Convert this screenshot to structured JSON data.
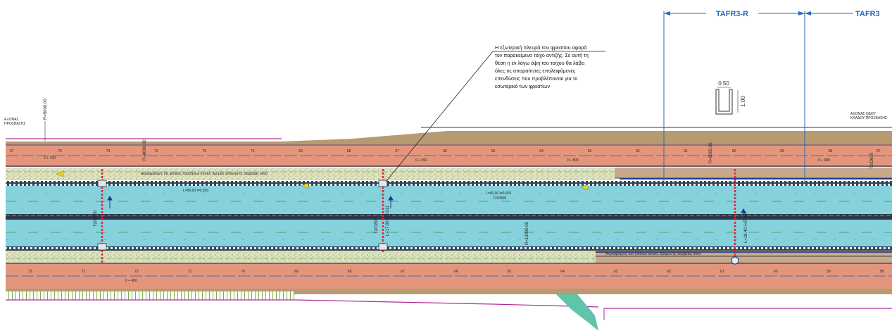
{
  "drawing": {
    "section_labels": {
      "left": "TAFR3-R",
      "right": "TAFR3"
    },
    "note": {
      "lines": [
        "Η εξωτερική πλευρά του φρεατίου αφορά",
        "τον παρακείμενο τοίχο αντιζής. Σε αυτή τη",
        "θέση η εν λόγω όψη του τοίχου θα λάβει",
        "όλες τις απαραίτητες επαλειφόμενες",
        "επενδύσεις που προβλέπονται για το",
        "εσωτερικό των φρεατίων"
      ]
    },
    "channel_detail": {
      "width": "0.50",
      "height": "1.00"
    },
    "radius_labels": [
      "R=5000.00",
      "R=8000.00",
      "R=10000.00",
      "R=5000.00"
    ],
    "pipe_labels": [
      "T2/D800",
      "T2/D800",
      "T2/D800",
      "T2/D600"
    ],
    "pipe_specs": [
      "L=50.00 i=0.003",
      "L=17.00 i=0.011",
      "L=60.00 i=0.003",
      "L=18.40 i=0.004"
    ],
    "median_notes": [
      "Ακροφραγμός της φυτικής πασσάλων αποκλ. δρυμού ανάλογα εξ' ακριβείας οδού",
      "Ακροφραγμός των κλάδων αποκλ. δρυμού εξ' ακριβείας οδού"
    ],
    "chainages": [
      "0 + 700",
      "0 + 800",
      "0 + 900",
      "0 + 550",
      "0 + 450"
    ],
    "upper_station_numbers": [
      "67",
      "75",
      "73",
      "72",
      "75",
      "73",
      "69",
      "68",
      "67",
      "66",
      "65",
      "64",
      "63",
      "62",
      "61",
      "60",
      "59",
      "58",
      "57"
    ],
    "lower_station_numbers": [
      "73",
      "72",
      "72",
      "71",
      "70",
      "69",
      "68",
      "67",
      "66",
      "65",
      "64",
      "63",
      "62",
      "61",
      "60",
      "59",
      "58"
    ],
    "side_note_left": [
      "ΑΞΟΝΑΣ",
      "ΠΡΟΣΒΑΣΗΣ"
    ],
    "side_note_right": [
      "ΑΞΟΝΑΣ ΟΔΟΥ",
      "ΚΛΑΔΟΥ ΠΡΟΣΒΑΣΗΣ"
    ],
    "colors": {
      "road": "#85d2dd",
      "embankment": "#e4967c",
      "earth": "#b89a72",
      "median": "#d8ddb8",
      "marking": "#2c3848",
      "drain": "#e02a3a",
      "boundary": "#b22a9a",
      "dimension": "#2a6ab8",
      "outfall": "#5fc4a8"
    }
  }
}
